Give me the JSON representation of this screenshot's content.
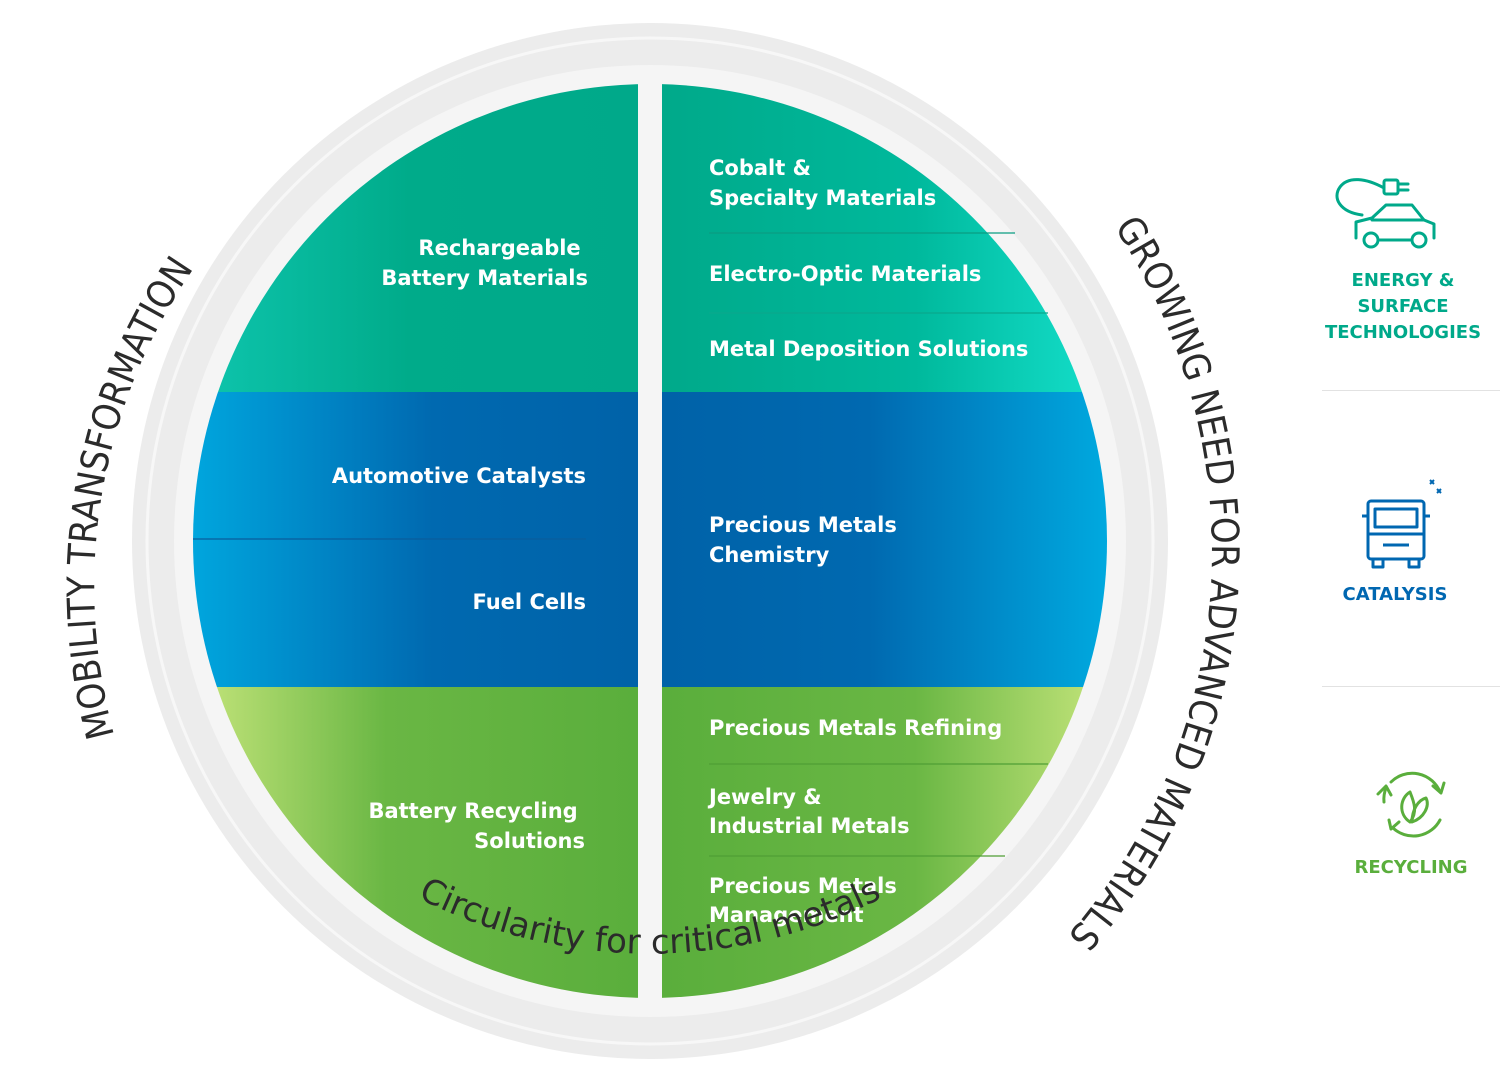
{
  "wheel": {
    "ring_text_left": "MOBILITY TRANSFORMATION",
    "ring_text_right": "GROWING NEED FOR ADVANCED MATERIALS",
    "ring_text_bottom": "Circularity for critical metals",
    "left": {
      "top": [
        "Rechargeable",
        "Battery Materials"
      ],
      "middle_1": "Automotive Catalysts",
      "middle_2": "Fuel Cells",
      "bottom": [
        "Battery Recycling",
        "Solutions"
      ]
    },
    "right": {
      "top_1": [
        "Cobalt &",
        "Specialty Materials"
      ],
      "top_2": "Electro-Optic Materials",
      "top_3": "Metal Deposition Solutions",
      "middle": [
        "Precious Metals",
        "Chemistry"
      ],
      "bottom_1": "Precious Metals Refining",
      "bottom_2": [
        "Jewelry &",
        "Industrial Metals"
      ],
      "bottom_3": [
        "Precious Metals",
        "Management"
      ]
    }
  },
  "legend": {
    "energy": {
      "label": [
        "ENERGY & SURFACE",
        "TECHNOLOGIES"
      ],
      "icon": "electric-car-icon",
      "color": "#00a98a"
    },
    "catalysis": {
      "label": "CATALYSIS",
      "icon": "truck-icon",
      "color": "#0067b1"
    },
    "recycling": {
      "label": "RECYCLING",
      "icon": "recycle-leaf-icon",
      "color": "#5aae3c"
    }
  },
  "colors": {
    "green_teal": "#00a98a",
    "teal_light": "#12dcc9",
    "blue_dark": "#0062a8",
    "blue_light": "#00a9e0",
    "green": "#5aae3c",
    "green_light": "#c4e67b",
    "ring": "#ececec"
  }
}
